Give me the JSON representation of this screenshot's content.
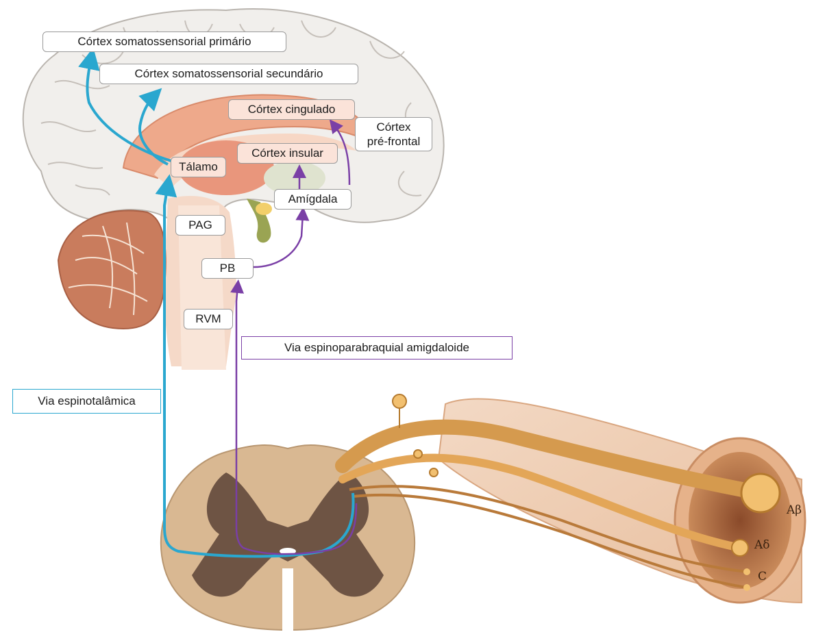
{
  "labels": {
    "primary_cortex": "Córtex somatossensorial primário",
    "secondary_cortex": "Córtex somatossensorial secundário",
    "cingulate": "Córtex cingulado",
    "prefrontal_line1": "Córtex",
    "prefrontal_line2": "pré-frontal",
    "insular": "Córtex insular",
    "thalamus": "Tálamo",
    "amygdala": "Amígdala",
    "pag": "PAG",
    "pb": "PB",
    "rvm": "RVM",
    "spinoparabrachial": "Via espinoparabraquial amigdaloide",
    "spinothalamic": "Via espinotalâmica"
  },
  "fibers": {
    "a_beta": "Aβ",
    "a_delta": "Aδ",
    "c": "C"
  },
  "colors": {
    "spinothalamic_path": "#2aa7cf",
    "parabrachial_path": "#7a3fa6",
    "brain_fill": "#f1efec",
    "cerebellum": "#c97c5d",
    "cord_white": "#d9b892",
    "cord_gray": "#6e5444",
    "nerve": "#d59a4e"
  }
}
